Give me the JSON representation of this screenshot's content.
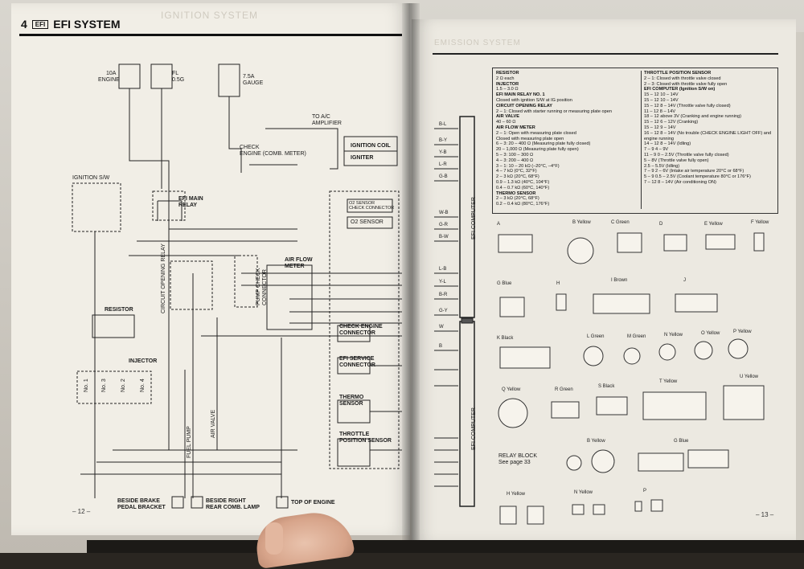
{
  "header": {
    "page_number": "4",
    "badge": "EFI",
    "title": "EFI SYSTEM"
  },
  "fuses": [
    {
      "amp": "10A",
      "name": "ENGINE"
    },
    {
      "amp": "FL",
      "name": "0.5G"
    },
    {
      "amp": "7.5A",
      "name": "GAUGE"
    }
  ],
  "diagram_labels": {
    "ac_amp": "TO A/C\nAMPLIFIER",
    "check_engine": "CHECK\nENGINE (COMB. METER)",
    "ignition_coil": "IGNITION COIL",
    "igniter": "IGNITER",
    "ignition_sw": "IGNITION S/W",
    "efi_main_relay": "EFI MAIN\nRELAY",
    "o2_sensor_check": "O2 SENSOR\nCHECK CONNECTOR",
    "o2_sensor": "O2 SENSOR",
    "circuit_opening_relay": "CIRCUIT OPENING RELAY",
    "pump_check": "PUMP CHECK\nCONNECTOR",
    "air_flow_meter": "AIR FLOW\nMETER",
    "resistor": "RESISTOR",
    "injector": "INJECTOR",
    "check_engine_conn": "CHECK ENGINE\nCONNECTOR",
    "efi_service_conn": "EFI SERVICE\nCONNECTOR",
    "thermo_sensor": "THERMO\nSENSOR",
    "throttle_sensor": "THROTTLE\nPOSITION SENSOR",
    "fuel_pump": "FUEL PUMP",
    "air_valve": "AIR VALVE",
    "efi_computer": "EFI COMPUTER",
    "ground_a": "BESIDE BRAKE\nPEDAL BRACKET",
    "ground_b": "BESIDE RIGHT\nREAR COMB. LAMP",
    "ground_c": "TOP OF ENGINE",
    "inj_no1": "No. 1",
    "inj_no2": "No. 2",
    "inj_no3": "No. 3",
    "inj_no4": "No. 4"
  },
  "page_numbers": {
    "left": "– 12 –",
    "right": "– 13 –"
  },
  "legend": {
    "left": [
      "RESISTOR",
      "2 Ω each",
      "INJECTOR",
      "1.5 – 3.0 Ω",
      "EFI MAIN RELAY NO. 1",
      "Closed with ignition S/W at IG position",
      "CIRCUIT OPENING RELAY",
      "2 – 1: Closed with starter running or measuring plate open",
      "AIR VALVE",
      "40 – 60 Ω",
      "AIR FLOW METER",
      "2 – 1: Open with measuring plate closed",
      "Closed with measuring plate open",
      "6 – 3: 20 – 400 Ω (Measuring plate fully closed)",
      "20 – 1,000 Ω (Measuring plate fully open)",
      "5 – 3: 100 – 300 Ω",
      "4 – 3: 200 – 400 Ω",
      "3 – 1: 10 – 20 kΩ (–20°C, –4°F)",
      "4 – 7 kΩ (0°C, 32°F)",
      "2 – 3 kΩ (20°C, 68°F)",
      "0.9 – 1.3 kΩ (40°C, 104°F)",
      "0.4 – 0.7 kΩ (60°C, 140°F)",
      "THERMO SENSOR",
      "2 – 3 kΩ (20°C, 68°F)",
      "0.2 – 0.4 kΩ (80°C, 176°F)"
    ],
    "right": [
      "THROTTLE POSITION SENSOR",
      "2 – 1: Closed with throttle valve closed",
      "2 – 3: Closed with throttle valve fully open",
      "EFI COMPUTER (Ignition S/W on)",
      "15 – 12  10 – 14V",
      "15 – 12  10 – 14V",
      "15 – 12  8 – 14V (Throttle valve fully closed)",
      "11 – 12  8 – 14V",
      "18 – 12  above 3V (Cranking and engine running)",
      "15 – 12  6 – 12V (Cranking)",
      "15 – 12  9 – 14V",
      "16 – 12  8 – 14V (No trouble (CHECK ENGINE LIGHT OFF) and engine running",
      "14 – 12  8 – 14V (Idling)",
      "7 – 9  4 – 9V",
      "11 – 9  0 – 2.5V (Throttle valve fully closed)",
      "5 – 8V (Throttle valve fully open)",
      "2.5 – 5.5V (Idling)",
      "7 – 9  2 – 6V (Intake air temperature 20°C or 68°F)",
      "5 – 9  0.5 – 2.5V (Coolant temperature 80°C or 176°F)",
      "7 – 12  8 – 14V (Air conditioning ON)"
    ]
  },
  "connectors": [
    {
      "id": "A",
      "color": ""
    },
    {
      "id": "B",
      "color": "Yellow"
    },
    {
      "id": "C",
      "color": "Green"
    },
    {
      "id": "D",
      "color": ""
    },
    {
      "id": "E",
      "color": "Yellow"
    },
    {
      "id": "F",
      "color": "Yellow"
    },
    {
      "id": "G",
      "color": "Blue"
    },
    {
      "id": "H",
      "color": ""
    },
    {
      "id": "I",
      "color": "Brown"
    },
    {
      "id": "J",
      "color": ""
    },
    {
      "id": "K",
      "color": "Black"
    },
    {
      "id": "L",
      "color": "Green"
    },
    {
      "id": "M",
      "color": "Green"
    },
    {
      "id": "N",
      "color": "Yellow"
    },
    {
      "id": "O",
      "color": "Yellow"
    },
    {
      "id": "P",
      "color": "Yellow"
    },
    {
      "id": "Q",
      "color": "Yellow"
    },
    {
      "id": "R",
      "color": "Green"
    },
    {
      "id": "S",
      "color": "Black"
    },
    {
      "id": "T",
      "color": "Yellow"
    },
    {
      "id": "U",
      "color": "Yellow"
    }
  ],
  "relay_block": "RELAY BLOCK\nSee page 33",
  "bottom_connectors": [
    {
      "id": "B",
      "color": "Yellow"
    },
    {
      "id": "G",
      "color": "Blue"
    },
    {
      "id": "H",
      "color": "Yellow"
    },
    {
      "id": "N",
      "color": "Yellow"
    },
    {
      "id": "P",
      "color": ""
    }
  ],
  "wire_codes": [
    "B-L",
    "B-Y",
    "Y-B",
    "L-R",
    "G-B",
    "W-B",
    "G-R",
    "B-W",
    "L-B",
    "Y-L",
    "B-R",
    "G-Y",
    "W",
    "B"
  ]
}
